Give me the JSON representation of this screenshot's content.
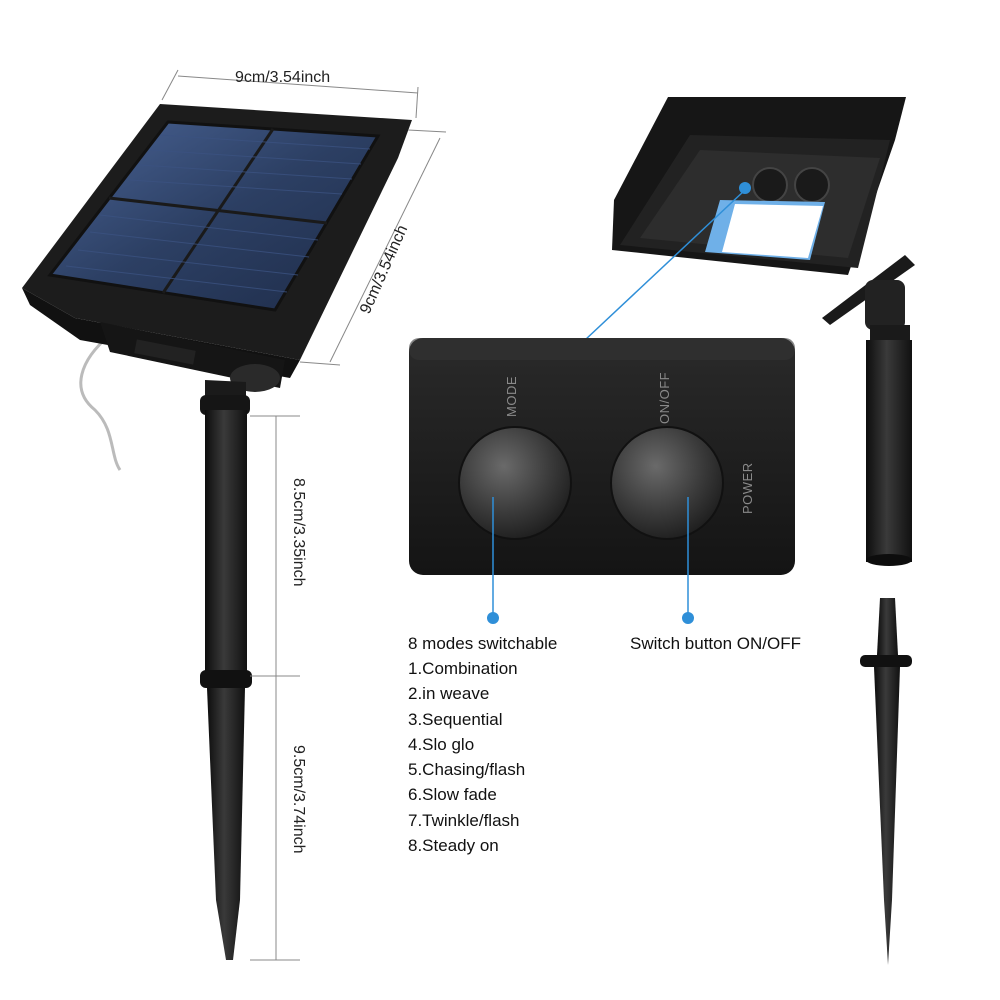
{
  "dimensions": {
    "panel_width": "9cm/3.54inch",
    "panel_height": "9cm/3.54inch",
    "stake_upper": "8.5cm/3.35inch",
    "stake_lower": "9.5cm/3.74inch"
  },
  "control_box": {
    "mode_label": "MODE",
    "onoff_label": "ON/OFF",
    "power_label": "POWER"
  },
  "callouts": {
    "modes_title": "8 modes switchable",
    "modes": [
      "1.Combination",
      "2.in weave",
      "3.Sequential",
      "4.Slo glo",
      "5.Chasing/flash",
      "6.Slow fade",
      "7.Twinkle/flash",
      "8.Steady on"
    ],
    "switch": "Switch button ON/OFF"
  },
  "colors": {
    "accent": "#2f8fd8",
    "housing": "#1b1b1b",
    "solar_cell": "#2c3f63"
  }
}
